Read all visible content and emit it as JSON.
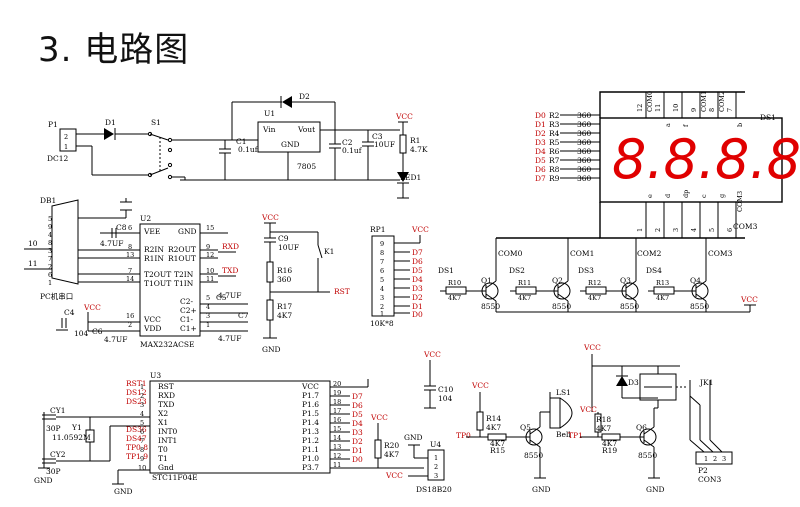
{
  "title": "3. 电路图",
  "power": {
    "p1": "P1",
    "p1_pin2": "2",
    "p1_pin1": "1",
    "p1_sub": "DC12",
    "d1": "D1",
    "s1": "S1",
    "d2": "D2",
    "c1": "C1",
    "c1_val": "0.1uf",
    "u1": "U1",
    "u1_vin": "Vin",
    "u1_vout": "Vout",
    "u1_gnd": "GND",
    "u1_part": "7805",
    "c2": "C2",
    "c2_val": "0.1uf",
    "c3": "C3",
    "c3_val": "10UF",
    "vcc": "VCC",
    "r1": "R1",
    "r1_val": "4.7K",
    "led1": "LED1"
  },
  "display": {
    "ds1": "DS1",
    "digits": "8.8.8.8",
    "top_pins": [
      "12",
      "11",
      "10",
      "9",
      "8",
      "7"
    ],
    "top_names": [
      "COM0",
      "a",
      "f",
      "COM1",
      "COM2",
      "b"
    ],
    "bottom_pins": [
      "1",
      "2",
      "3",
      "4",
      "5",
      "6"
    ],
    "bottom_names": [
      "e",
      "d",
      "dp",
      "c",
      "g",
      "COM3"
    ],
    "resistors": [
      {
        "net": "D0",
        "ref": "R2",
        "val": "360"
      },
      {
        "net": "D1",
        "ref": "R3",
        "val": "360"
      },
      {
        "net": "D2",
        "ref": "R4",
        "val": "360"
      },
      {
        "net": "D3",
        "ref": "R5",
        "val": "360"
      },
      {
        "net": "D4",
        "ref": "R6",
        "val": "360"
      },
      {
        "net": "D5",
        "ref": "R7",
        "val": "360"
      },
      {
        "net": "D6",
        "ref": "R8",
        "val": "360"
      },
      {
        "net": "D7",
        "ref": "R9",
        "val": "360"
      }
    ],
    "com_labels": [
      "COM0",
      "COM1",
      "COM2",
      "COM3"
    ],
    "drivers": [
      {
        "ds": "DS1",
        "r": "R10",
        "rv": "4K7",
        "q": "Q1",
        "qv": "8550"
      },
      {
        "ds": "DS2",
        "r": "R11",
        "rv": "4K7",
        "q": "Q2",
        "qv": "8550"
      },
      {
        "ds": "DS3",
        "r": "R12",
        "rv": "4K7",
        "q": "Q3",
        "qv": "8550"
      },
      {
        "ds": "DS4",
        "r": "R13",
        "rv": "4K7",
        "q": "Q4",
        "qv": "8550"
      }
    ],
    "vcc": "VCC"
  },
  "serial": {
    "db1": "DB1",
    "db_pins": [
      "5",
      "9",
      "4",
      "8",
      "3",
      "7",
      "2",
      "6",
      "1"
    ],
    "db_sub": "PC机串口",
    "n10": "10",
    "n11": "11",
    "c8": "C8",
    "c8_val": "4.7UF",
    "u2": "U2",
    "u2_part": "MAX232ACSE",
    "pins_left": [
      "VEE",
      "R2IN",
      "R1IN",
      "T2OUT",
      "T1OUT"
    ],
    "pins_right": [
      "GND",
      "R2OUT",
      "R1OUT",
      "T2IN",
      "T1IN"
    ],
    "pins_lower_left": [
      "VCC",
      "VDD"
    ],
    "pins_lower_right": [
      "C2-",
      "C2+",
      "C1-",
      "C1+"
    ],
    "pin_nums": [
      "6",
      "8",
      "13",
      "7",
      "14",
      "15",
      "9",
      "12",
      "10",
      "11",
      "16",
      "2",
      "5",
      "4",
      "3",
      "1"
    ],
    "rxd": "RXD",
    "txd": "TXD",
    "c4": "C4",
    "c4_val": "104",
    "c6": "C6",
    "c6_val": "4.7UF",
    "c5": "C5",
    "c5_val": "4.7UF",
    "c7": "C7",
    "c7_val": "4.7UF",
    "vcc": "VCC"
  },
  "reset": {
    "vcc": "VCC",
    "c9": "C9",
    "c9_val": "10UF",
    "k1": "K1",
    "r16": "R16",
    "r16_val": "360",
    "r17": "R17",
    "r17_val": "4K7",
    "rst": "RST",
    "gnd": "GND"
  },
  "rp1": {
    "ref": "RP1",
    "vcc": "VCC",
    "part": "10K*8",
    "pins": [
      "9",
      "8",
      "7",
      "6",
      "5",
      "4",
      "3",
      "2",
      "1"
    ],
    "nets": [
      "D7",
      "D6",
      "D5",
      "D4",
      "D3",
      "D2",
      "D1",
      "D0"
    ]
  },
  "mcu": {
    "u3": "U3",
    "part": "STC11F04E",
    "left_nets": [
      "RST1",
      "DS12",
      "DS23",
      "",
      "DS36",
      "DS47",
      "TP0 8",
      "TP1 9",
      ""
    ],
    "left_pins": [
      "RST",
      "RXD",
      "TXD",
      "X2",
      "X1",
      "INT0",
      "INT1",
      "T0",
      "T1",
      "Gnd"
    ],
    "left_nums": [
      "1",
      "2",
      "3",
      "4",
      "5",
      "6",
      "7",
      "8",
      "9",
      "10"
    ],
    "right_pins": [
      "VCC",
      "P1.7",
      "P1.6",
      "P1.5",
      "P1.4",
      "P1.3",
      "P1.2",
      "P1.1",
      "P1.0",
      "P3.7"
    ],
    "right_nums": [
      "20",
      "19",
      "18",
      "17",
      "16",
      "15",
      "14",
      "13",
      "12",
      "11"
    ],
    "right_nets": [
      "D7",
      "D6",
      "D5",
      "D4",
      "D3",
      "D2",
      "D1",
      "D0"
    ],
    "cy1": "CY1",
    "cy2": "CY2",
    "cap_val": "30P",
    "y1": "Y1",
    "y1_val": "11.0592M",
    "gnd": "GND",
    "c10": "C10",
    "c10_val": "104",
    "vcc": "VCC"
  },
  "ds18": {
    "r20": "R20",
    "r20_val": "4K7",
    "vcc": "VCC",
    "gnd": "GND",
    "u4": "U4",
    "part": "DS18B20",
    "pins": [
      "1",
      "2",
      "3"
    ]
  },
  "buzzer": {
    "vcc": "VCC",
    "ls1": "LS1",
    "bell": "Bell",
    "r14": "R14",
    "r14_val": "4K7",
    "r15": "R15",
    "r15_val": "4K7",
    "tp0": "TP0",
    "q5": "Q5",
    "q5_val": "8550",
    "gnd": "GND"
  },
  "relay": {
    "vcc": "VCC",
    "d3": "D3",
    "jk1": "JK1",
    "r18": "R18",
    "r18_val": "4K7",
    "r19": "R19",
    "r19_val": "4K7",
    "tp1": "TP1",
    "q6": "Q6",
    "q6_val": "8550",
    "gnd": "GND",
    "p2": "P2",
    "p2_part": "CON3",
    "p2_pins": [
      "1",
      "2",
      "3"
    ]
  },
  "colors": {
    "ink": "#000000",
    "digit": "#e00000",
    "label_red": "#c00000"
  }
}
